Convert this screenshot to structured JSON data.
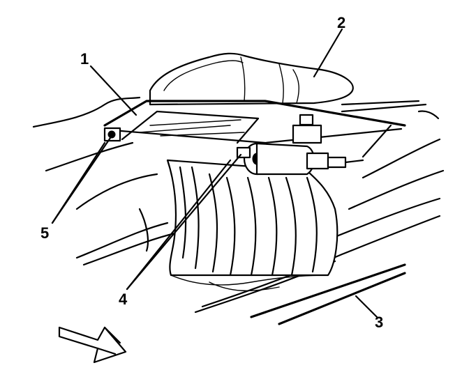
{
  "callouts": {
    "c1": "1",
    "c2": "2",
    "c3": "3",
    "c4": "4",
    "c5": "5"
  },
  "icons": {
    "direction_arrow": "forward-direction-arrow-icon"
  }
}
